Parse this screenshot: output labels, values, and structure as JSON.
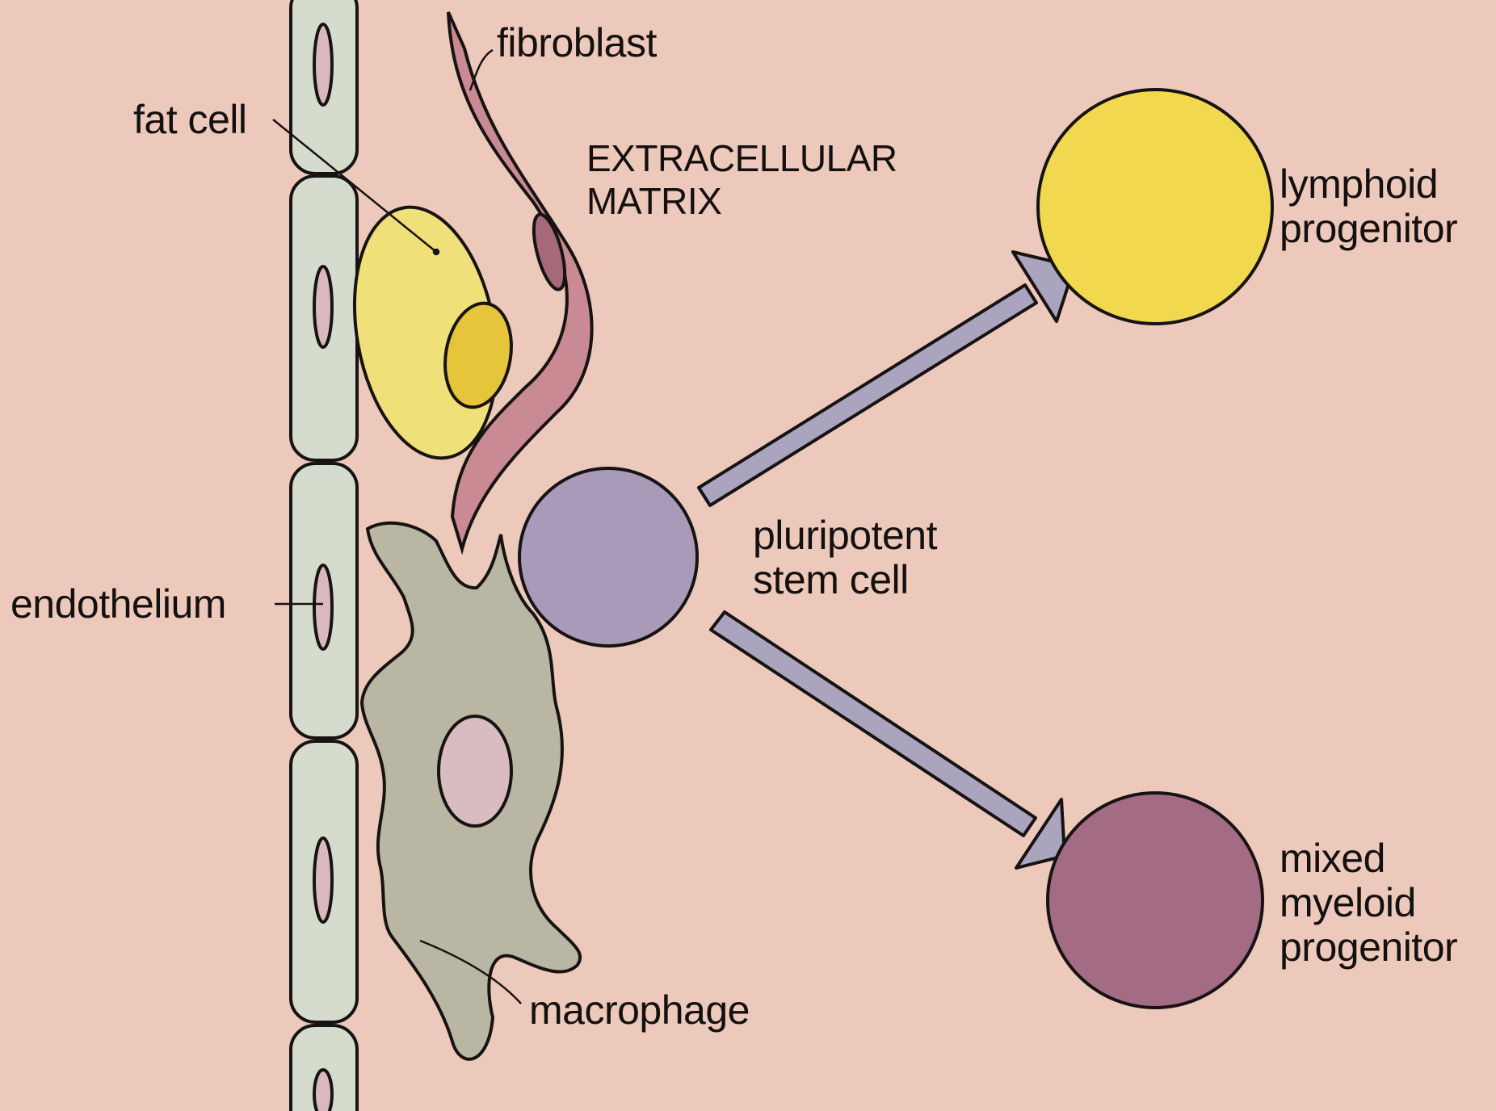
{
  "labels": {
    "fat_cell": "fat cell",
    "fibroblast": "fibroblast",
    "extracellular_matrix": [
      "EXTRACELLULAR",
      "MATRIX"
    ],
    "endothelium": "endothelium",
    "macrophage": "macrophage",
    "pluripotent_stem_cell": [
      "pluripotent",
      "stem cell"
    ],
    "lymphoid_progenitor": [
      "lymphoid",
      "progenitor"
    ],
    "mixed_myeloid_progenitor": [
      "mixed",
      "myeloid",
      "progenitor"
    ]
  },
  "colors": {
    "background": "#ecc9bb",
    "endothelium": "#d5dccd",
    "fat_cell": "#efe07a",
    "fat_droplet": "#e6c53a",
    "fibroblast": "#c98a93",
    "macrophage": "#b9b6a4",
    "macrophage_nucleus": "#d8bcc0",
    "stem_cell": "#a89ab8",
    "arrow": "#aba4bf",
    "lymphoid": "#f1d84f",
    "myeloid": "#a36c84",
    "outline": "#171312"
  }
}
